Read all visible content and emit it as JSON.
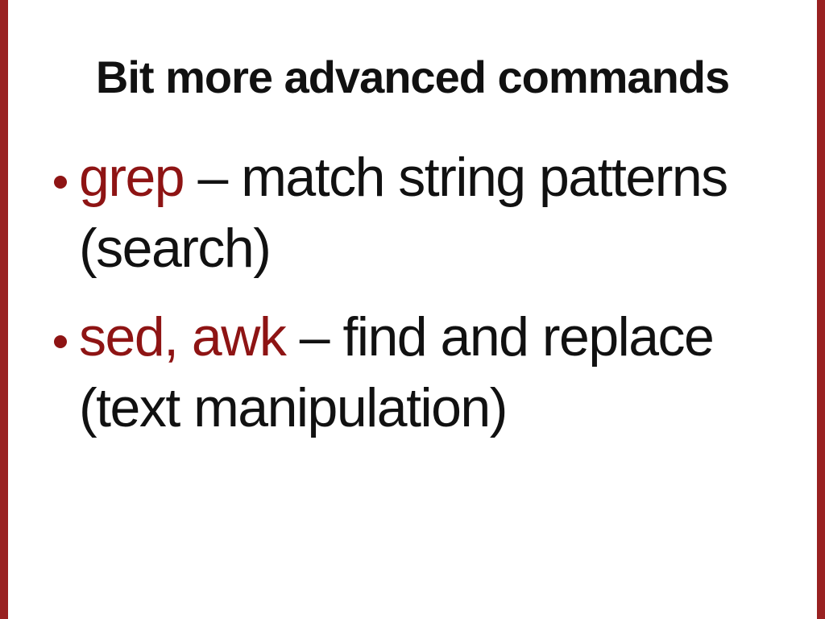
{
  "slide": {
    "title": "Bit more advanced commands",
    "bullets": [
      {
        "keyword": "grep",
        "rest": "– match string patterns",
        "line2": "(search)"
      },
      {
        "keyword": "sed, awk",
        "rest": "– find and replace",
        "line2": "(text manipulation)"
      }
    ],
    "colors": {
      "accent": "#8e1414",
      "edge_bar": "#992121",
      "text": "#111111",
      "background": "#ffffff"
    }
  }
}
